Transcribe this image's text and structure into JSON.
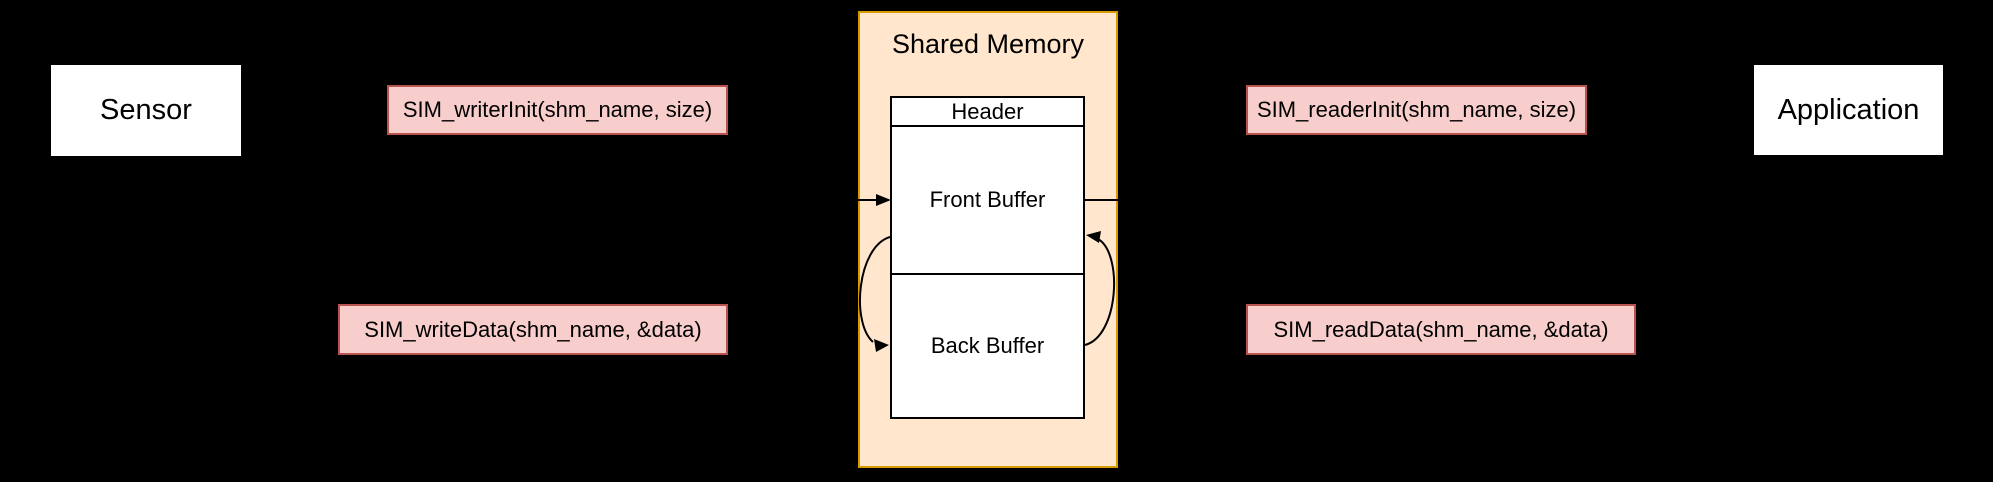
{
  "colors": {
    "background": "#000000",
    "node_fill": "#ffffff",
    "node_border": "#000000",
    "memory_fill": "#ffe6cc",
    "memory_border": "#d79b00",
    "label_fill": "#f8cecc",
    "label_border": "#b85450",
    "arrow": "#000000"
  },
  "nodes": {
    "sensor": {
      "label": "Sensor"
    },
    "application": {
      "label": "Application"
    }
  },
  "shared_memory": {
    "title": "Shared Memory",
    "sections": {
      "header": "Header",
      "front_buffer": "Front Buffer",
      "back_buffer": "Back Buffer"
    }
  },
  "api_labels": {
    "writer_init": "SIM_writerInit(shm_name, size)",
    "reader_init": "SIM_readerInit(shm_name, size)",
    "write_data": "SIM_writeData(shm_name, &data)",
    "read_data": "SIM_readData(shm_name, &data)"
  }
}
